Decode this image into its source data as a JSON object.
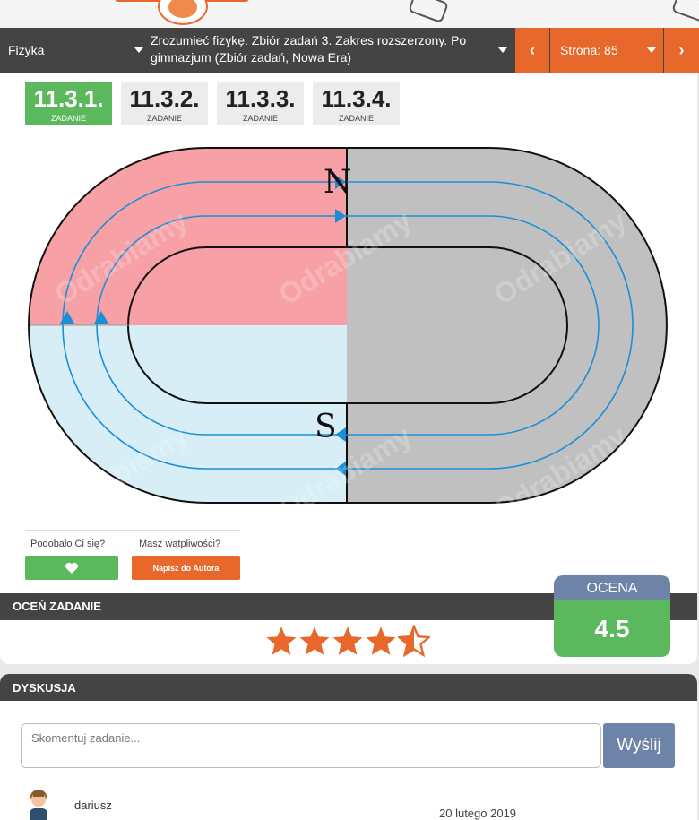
{
  "nav": {
    "subject": "Fizyka",
    "book": "Zrozumieć fizykę. Zbiór zadań 3. Zakres rozszerzony. Po gimnazjum (Zbiór zadań, Nowa Era)",
    "page": "Strona: 85"
  },
  "tabs": [
    {
      "number": "11.3.1.",
      "label": "ZADANIE",
      "active": true
    },
    {
      "number": "11.3.2.",
      "label": "ZADANIE",
      "active": false
    },
    {
      "number": "11.3.3.",
      "label": "ZADANIE",
      "active": false
    },
    {
      "number": "11.3.4.",
      "label": "ZADANIE",
      "active": false
    }
  ],
  "figure": {
    "north": "N",
    "south": "S",
    "colors": {
      "north_fill": "#f7a1a6",
      "south_fill": "#d7eef6",
      "iron_fill": "#c0c0c0",
      "field_line": "#1b8fd6"
    },
    "watermark": "Odrabiamy"
  },
  "actions": {
    "liked_question": "Podobało Ci się?",
    "doubt_question": "Masz wątpliwości?",
    "write_label": "Napisz do Autora"
  },
  "rating": {
    "bar_label": "OCEŃ ZADANIE",
    "score_label": "OCENA",
    "score": "4.5",
    "stars_value": 4.5,
    "stars_max": 5
  },
  "discussion": {
    "bar_label": "DYSKUSJA",
    "placeholder": "Skomentuj zadanie...",
    "send_label": "Wyślij",
    "comments": [
      {
        "user": "dariusz",
        "date": "20 lutego 2019"
      }
    ]
  },
  "icons": {
    "subject_dropdown": "caret-down-icon",
    "book_dropdown": "caret-down-icon",
    "page_dropdown": "caret-down-icon",
    "prev": "chevron-left-icon",
    "next": "chevron-right-icon",
    "like": "heart-icon",
    "star": "star-icon",
    "avatar": "user-avatar-icon"
  },
  "accent_colors": {
    "orange": "#e8672a",
    "green": "#5cb85c",
    "slate": "#6d84a8",
    "dark": "#444444"
  }
}
